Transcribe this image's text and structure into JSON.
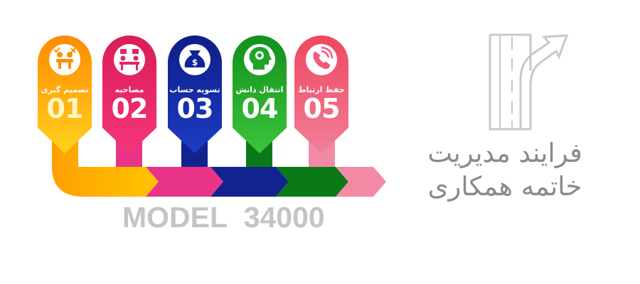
{
  "title": {
    "line1": "فرایند مدیریت",
    "line2": "خاتمه همکاری"
  },
  "model_text": "MODEL 34000",
  "steps": [
    {
      "number": "01",
      "label": "تصمیم گیری",
      "icon": "handshake-checklist-icon",
      "color": "#ff9c00"
    },
    {
      "number": "02",
      "label": "مصاحبه",
      "icon": "meeting-icon",
      "color": "#e2266e"
    },
    {
      "number": "03",
      "label": "تسویه حساب",
      "icon": "money-bag-icon",
      "color": "#12239a"
    },
    {
      "number": "04",
      "label": "انتقال دانش",
      "icon": "brain-head-icon",
      "color": "#21a32a"
    },
    {
      "number": "05",
      "label": "حفظ ارتباط",
      "icon": "phone-icon",
      "color": "#ee5c7c"
    }
  ],
  "road_icon": "road-turn-arrow-icon"
}
